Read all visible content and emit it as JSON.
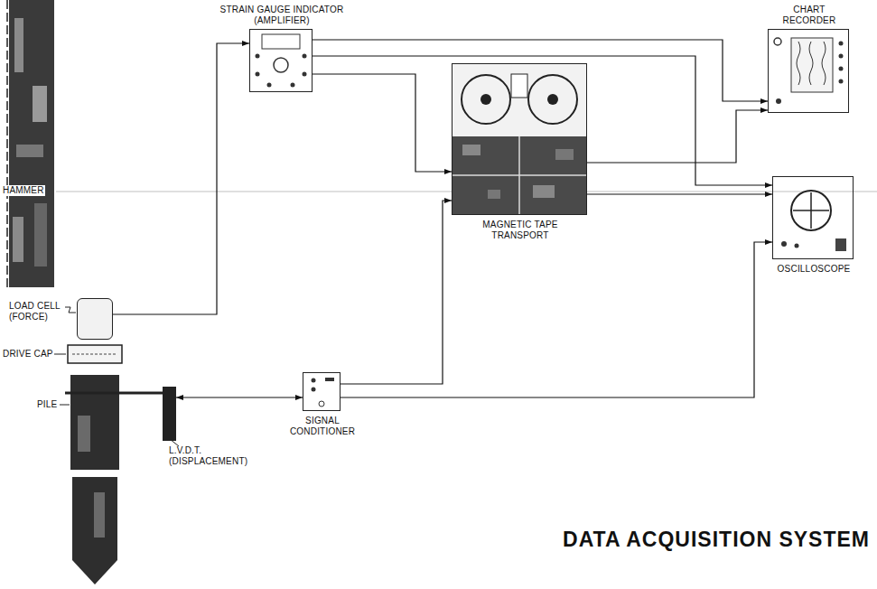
{
  "diagram": {
    "title": "DATA ACQUISITION SYSTEM",
    "nodes": [
      {
        "text": [
          "STRAIN GAUGE INDICATOR (AMPLIFIER)"
        ]
      },
      {
        "text": [
          "CHART RECORDER"
        ]
      },
      {
        "text": [
          "MAGNETIC TAPE TRANSPORT"
        ]
      },
      {
        "text": [
          "OSCILLOSCOPE"
        ]
      },
      {
        "text": [
          "LOAD CELL (FORCE)"
        ]
      },
      {
        "text": [
          "SIGNAL CONDITIONER"
        ]
      },
      {
        "text": [
          "L.V.D.T. (DISPLACEMENT)"
        ]
      }
    ],
    "edges": [
      {
        "from": 4,
        "to": 0,
        "arrow": "to"
      },
      {
        "from": 0,
        "to": 2,
        "arrow": "to"
      },
      {
        "from": 0,
        "to": 1,
        "arrow": "to"
      },
      {
        "from": 0,
        "to": 3,
        "arrow": "to"
      },
      {
        "from": 2,
        "to": 1,
        "arrow": "to"
      },
      {
        "from": 2,
        "to": 3,
        "arrow": "to"
      },
      {
        "from": 6,
        "to": 5,
        "arrow": "both"
      },
      {
        "from": 5,
        "to": 2,
        "arrow": "to"
      },
      {
        "from": 5,
        "to": 3,
        "arrow": "to"
      }
    ],
    "labels": [
      "HAMMER",
      "DRIVE CAP",
      "PILE"
    ]
  }
}
